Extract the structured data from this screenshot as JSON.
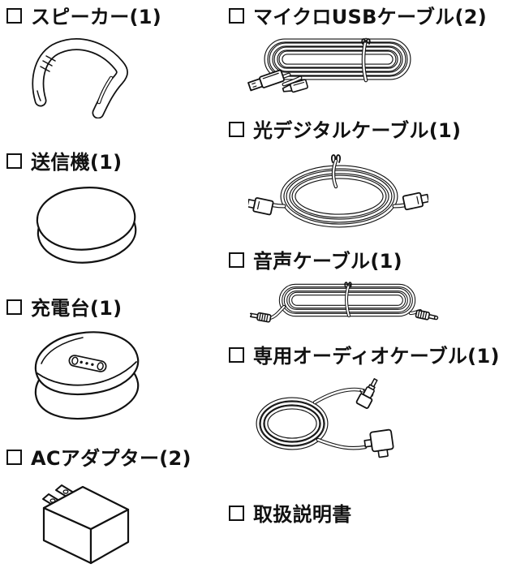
{
  "page": {
    "type": "supplied-accessories-checklist",
    "background_color": "#ffffff",
    "line_color": "#111111"
  },
  "checklist": {
    "left_column": [
      {
        "label": "スピーカー(1)",
        "illustration": "neckband-speaker"
      },
      {
        "label": "送信機(1)",
        "illustration": "transmitter"
      },
      {
        "label": "充電台(1)",
        "illustration": "charging-cradle"
      },
      {
        "label": "ACアダプター(2)",
        "illustration": "ac-adapter"
      }
    ],
    "right_column": [
      {
        "label": "マイクロUSBケーブル(2)",
        "illustration": "micro-usb-cable"
      },
      {
        "label": "光デジタルケーブル(1)",
        "illustration": "optical-digital-cable"
      },
      {
        "label": "音声ケーブル(1)",
        "illustration": "audio-cable"
      },
      {
        "label": "専用オーディオケーブル(1)",
        "illustration": "dedicated-audio-cable"
      },
      {
        "label": "取扱説明書",
        "illustration": null
      }
    ]
  }
}
